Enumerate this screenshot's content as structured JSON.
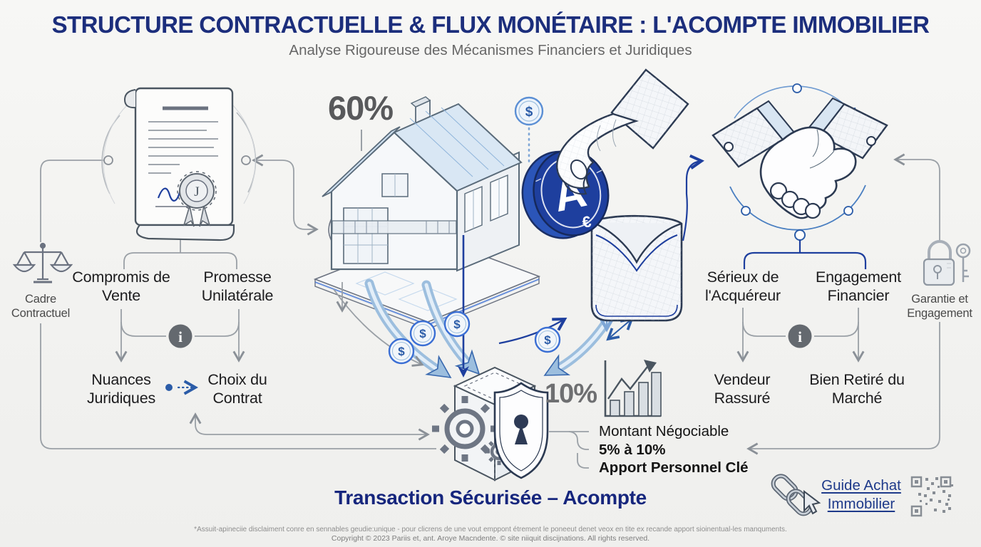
{
  "header": {
    "title": "STRUCTURE CONTRACTUELLE & FLUX MONÉTAIRE : L'ACOMPTE IMMOBILIER",
    "subtitle": "Analyse Rigoureuse des Mécanismes Financiers et Juridiques"
  },
  "left_flow": {
    "side_label": "Cadre Contractuel",
    "top_left": "Compromis de Vente",
    "top_right": "Promesse Unilatérale",
    "bottom_left": "Nuances Juridiques",
    "bottom_right": "Choix du Contrat"
  },
  "right_flow": {
    "side_label": "Garantie et Engagement",
    "top_left": "Sérieux de l'Acquéreur",
    "top_right": "Engagement Financier",
    "bottom_left": "Vendeur Rassuré",
    "bottom_right": "Bien Retiré du Marché"
  },
  "center": {
    "house_percent": "60%",
    "deposit_percent": "10%",
    "detail_line1": "Montant Négociable",
    "detail_line2": "5% à 10%",
    "detail_line3": "Apport Personnel Clé",
    "caption": "Transaction Sécurisée – Acompte"
  },
  "icons": {
    "dollar": "$",
    "info": "i",
    "seal_letter": "J",
    "coin_letter": "A",
    "coin_currency": "€"
  },
  "footer": {
    "link_line1": "Guide Achat",
    "link_line2": "Immobilier",
    "disclaimer": "*Assuit-apineciie disclaiment conre en sennables geudie:unique - pour clicrens de une vout emppont étrement le poneeut denet veox en tite ex recande apport sioinentual-les manquments.",
    "copyright": "Copyright © 2023 Pariis et, ant. Aroye Macndente. © site niiquit discijnations. All rights reserved."
  },
  "colors": {
    "title_navy": "#1c2e7c",
    "link_navy": "#1e3a8a",
    "accent_blue": "#2b5ca8",
    "coin_blue": "#1e3f9e",
    "flow_blue_light": "#9cbede",
    "line_gray": "#8a9097",
    "dark_text": "#141414",
    "background": "#f2f2f0"
  }
}
